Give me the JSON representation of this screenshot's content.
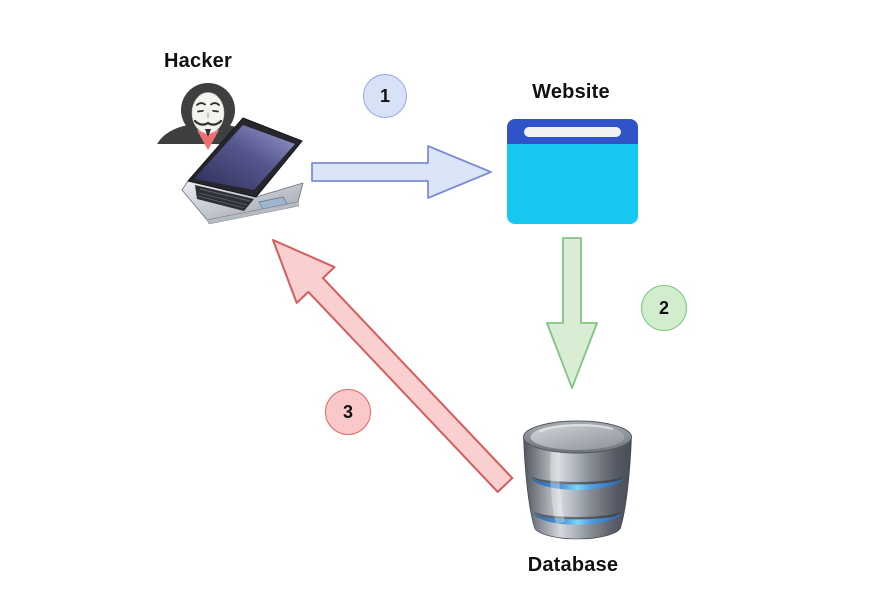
{
  "nodes": [
    {
      "id": "hacker",
      "label": "Hacker",
      "icon": "anonymous-hacker-laptop-icon"
    },
    {
      "id": "website",
      "label": "Website",
      "icon": "browser-window-icon"
    },
    {
      "id": "database",
      "label": "Database",
      "icon": "database-cylinder-icon"
    }
  ],
  "steps": [
    {
      "number": "1",
      "from": "hacker",
      "to": "website",
      "direction": "right",
      "arrow_fill": "#dbe5f8",
      "arrow_stroke": "#7b8fd4",
      "badge_fill": "#d8e2f7",
      "badge_border": "#96a7de"
    },
    {
      "number": "2",
      "from": "website",
      "to": "database",
      "direction": "down",
      "arrow_fill": "#d8edd4",
      "arrow_stroke": "#80c580",
      "badge_fill": "#d2ecce",
      "badge_border": "#7cc87c"
    },
    {
      "number": "3",
      "from": "database",
      "to": "hacker",
      "direction": "up-left",
      "arrow_fill": "#f9d0cf",
      "arrow_stroke": "#d65c5e",
      "badge_fill": "#f8c9c8",
      "badge_border": "#df6b6b"
    }
  ],
  "icon_colors": {
    "website_header": "#3153ca",
    "website_body": "#17c8f0",
    "website_address_bar": "#f1f1f4",
    "database_metal": "#9aa0a9",
    "database_band": "#5aa7e8",
    "hacker_hood": "#3d3f41",
    "hacker_mask": "#f4f3ef"
  }
}
